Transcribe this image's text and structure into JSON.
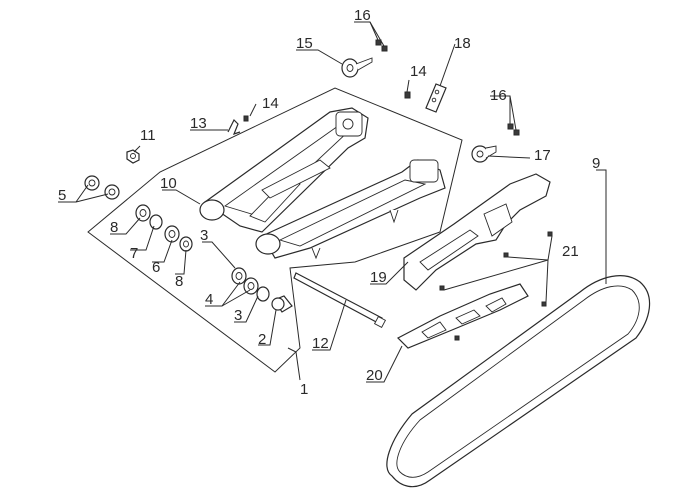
{
  "colors": {
    "ink": "#2a2a2a",
    "paper": "#ffffff"
  },
  "callouts": [
    {
      "id": "c1",
      "label": "1"
    },
    {
      "id": "c2",
      "label": "2"
    },
    {
      "id": "c3a",
      "label": "3"
    },
    {
      "id": "c3b",
      "label": "3"
    },
    {
      "id": "c4",
      "label": "4"
    },
    {
      "id": "c5",
      "label": "5"
    },
    {
      "id": "c6",
      "label": "6"
    },
    {
      "id": "c7",
      "label": "7"
    },
    {
      "id": "c8a",
      "label": "8"
    },
    {
      "id": "c8b",
      "label": "8"
    },
    {
      "id": "c9",
      "label": "9"
    },
    {
      "id": "c10",
      "label": "10"
    },
    {
      "id": "c11",
      "label": "11"
    },
    {
      "id": "c12",
      "label": "12"
    },
    {
      "id": "c13",
      "label": "13"
    },
    {
      "id": "c14a",
      "label": "14"
    },
    {
      "id": "c14b",
      "label": "14"
    },
    {
      "id": "c15",
      "label": "15"
    },
    {
      "id": "c16a",
      "label": "16"
    },
    {
      "id": "c16b",
      "label": "16"
    },
    {
      "id": "c17",
      "label": "17"
    },
    {
      "id": "c18",
      "label": "18"
    },
    {
      "id": "c19",
      "label": "19"
    },
    {
      "id": "c20",
      "label": "20"
    },
    {
      "id": "c21",
      "label": "21"
    }
  ]
}
